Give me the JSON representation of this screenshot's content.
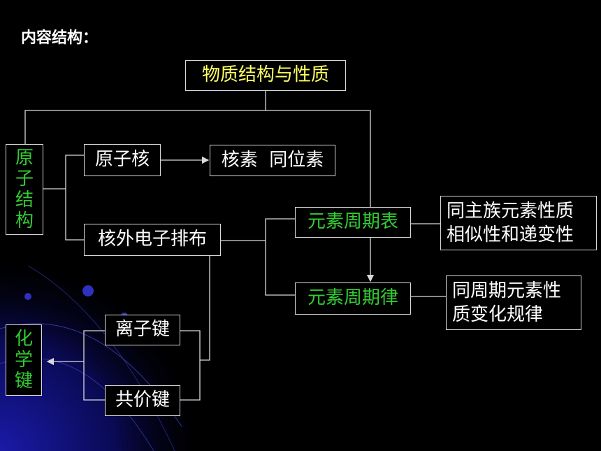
{
  "heading": "内容结构：",
  "root": "物质结构与性质",
  "atomic_structure": [
    "原",
    "子",
    "结",
    "构"
  ],
  "chemical_bond": [
    "化",
    "学",
    "键"
  ],
  "nucleus": "原子核",
  "nuclide_isotope": "核素  同位素",
  "electron_arrangement": "核外电子排布",
  "periodic_table": "元素周期表",
  "periodic_law": "元素周期律",
  "main_group_note": [
    "同主族元素性质",
    "相似性和递变性"
  ],
  "period_note": [
    "同周期元素性",
    "质变化规律"
  ],
  "ionic_bond": "离子键",
  "covalent_bond": "共价键",
  "colors": {
    "title": "#ffff66",
    "topic": "#33cc33",
    "text": "#ffffff",
    "line": "#d9d9d9"
  }
}
